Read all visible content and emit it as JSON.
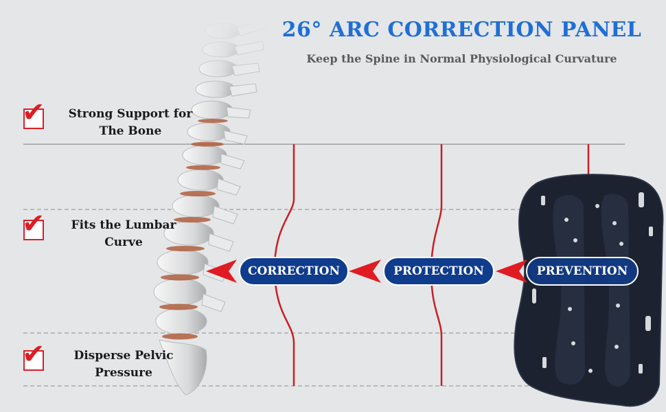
{
  "header": {
    "title": "26° ARC CORRECTION PANEL",
    "subtitle": "Keep the Spine in Normal Physiological Curvature"
  },
  "features": [
    {
      "line1": "Strong Support for",
      "line2": "The  Bone",
      "icon": "checkmark-icon"
    },
    {
      "line1": "Fits the Lumbar",
      "line2": "Curve",
      "icon": "checkmark-icon"
    },
    {
      "line1": "Disperse Pelvic",
      "line2": "Pressure",
      "icon": "checkmark-icon"
    }
  ],
  "stages": {
    "correction": "CORRECTION",
    "protection": "PROTECTION",
    "prevention": "PREVENTION"
  },
  "colors": {
    "title": "#1f6fd6",
    "accent_red": "#d81f26",
    "pill_blue": "#0f3c8c",
    "panel_black": "#1c2230"
  },
  "images": {
    "spine": "spine-illustration",
    "panel": "lumbar-support-panel"
  }
}
